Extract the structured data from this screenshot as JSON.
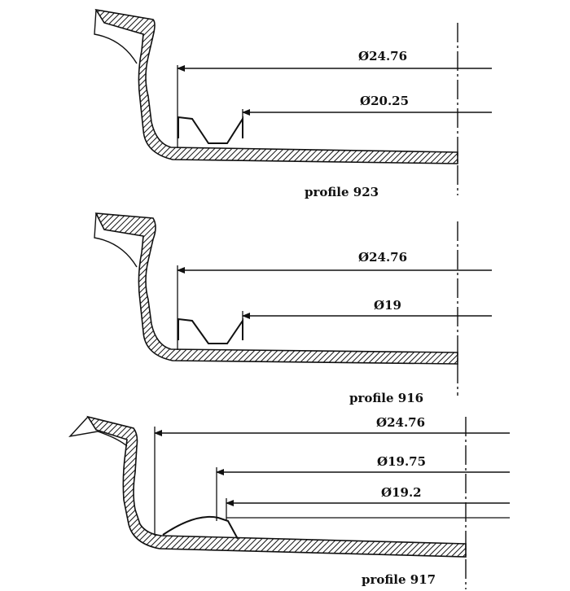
{
  "profiles": [
    {
      "caption": "profile  923",
      "dims": [
        "Ø24.76",
        "Ø20.25"
      ]
    },
    {
      "caption": "profile  916",
      "dims": [
        "Ø24.76",
        "Ø19"
      ]
    },
    {
      "caption": "profile  917",
      "dims": [
        "Ø24.76",
        "Ø19.75",
        "Ø19.2"
      ]
    }
  ]
}
